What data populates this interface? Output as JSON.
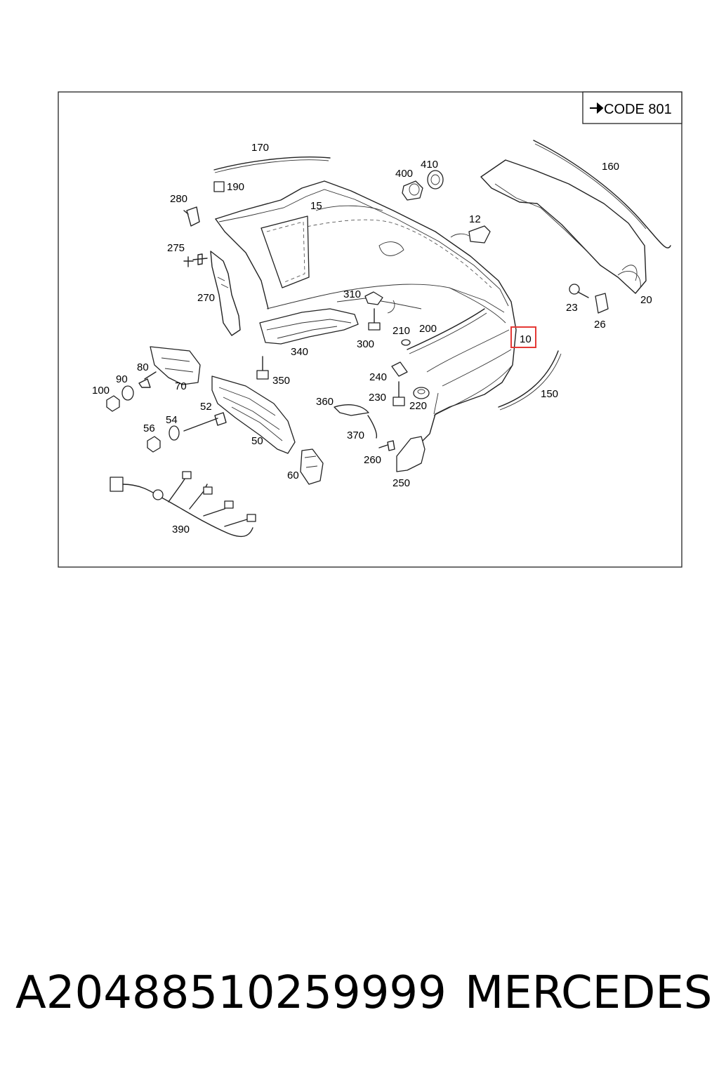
{
  "code_label": "CODE 801",
  "callouts": [
    "170",
    "190",
    "160",
    "400",
    "410",
    "15",
    "280",
    "12",
    "275",
    "270",
    "310",
    "23",
    "20",
    "26",
    "10",
    "300",
    "210",
    "200",
    "340",
    "350",
    "240",
    "80",
    "90",
    "100",
    "70",
    "230",
    "220",
    "150",
    "360",
    "52",
    "54",
    "56",
    "50",
    "370",
    "260",
    "60",
    "250",
    "390"
  ],
  "highlighted_callout": "10",
  "highlight_color": "#e53935",
  "footer": {
    "part_number": "A20488510259999",
    "brand": "MERCEDES"
  }
}
